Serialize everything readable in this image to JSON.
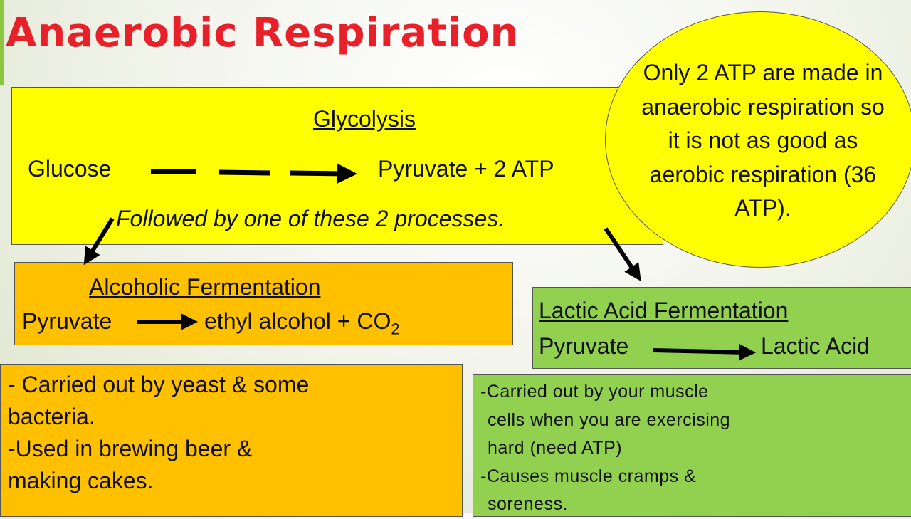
{
  "title": "Anaerobic Respiration",
  "glycolysis": {
    "heading": "Glycolysis",
    "reactant": "Glucose",
    "product": "Pyruvate + 2 ATP",
    "followed_by": "Followed by one of these 2 processes."
  },
  "callout": {
    "text": "Only 2 ATP are made in anaerobic respiration so it is not as good as aerobic respiration (36 ATP)."
  },
  "alcoholic": {
    "heading": "Alcoholic Fermentation",
    "reactant": "Pyruvate",
    "product": "ethyl alcohol + CO",
    "product_subscript": "2",
    "notes": [
      "- Carried out by yeast & some",
      "bacteria.",
      "-Used in brewing beer &",
      "making cakes."
    ]
  },
  "lactic": {
    "heading": "Lactic Acid Fermentation",
    "reactant": "Pyruvate",
    "product": "Lactic Acid",
    "notes": [
      "-Carried out by your muscle",
      "cells when you are exercising",
      "hard (need ATP)",
      "-Causes muscle cramps &",
      "soreness."
    ]
  },
  "colors": {
    "title": "#e8202a",
    "glycolysis_box": "#ffff00",
    "alcoholic_box": "#ffc000",
    "lactic_box": "#92d050",
    "accent_bar": "#8cc63f"
  }
}
